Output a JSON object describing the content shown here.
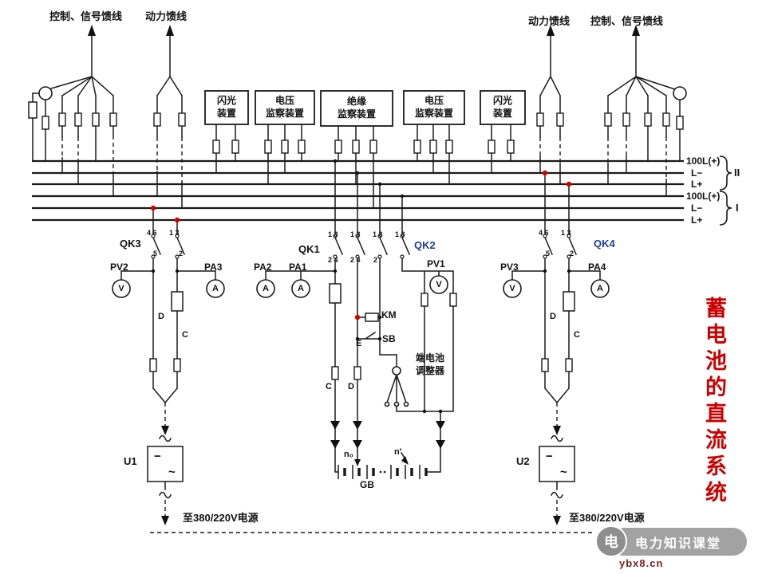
{
  "diagram_title": "蓄电池的直流系统",
  "feeders": {
    "left_control": "控制、信号馈线",
    "left_power": "动力馈线",
    "right_power": "动力馈线",
    "right_control": "控制、信号馈线"
  },
  "device_boxes": [
    {
      "line1": "闪光",
      "line2": "装置"
    },
    {
      "line1": "电压",
      "line2": "监察装置"
    },
    {
      "line1": "绝缘",
      "line2": "监察装置"
    },
    {
      "line1": "电压",
      "line2": "监察装置"
    },
    {
      "line1": "闪光",
      "line2": "装置"
    }
  ],
  "bus": {
    "group2": {
      "l1": "100L(+)",
      "l2": "L−",
      "l3": "L+",
      "name": "II"
    },
    "group1": {
      "l1": "100L(+)",
      "l2": "L−",
      "l3": "L+",
      "name": "I"
    }
  },
  "switches": {
    "qk1": "QK1",
    "qk2": "QK2",
    "qk3": "QK3",
    "qk4": "QK4"
  },
  "pins": {
    "p46": "4 6",
    "p13": "1 3",
    "p24": "2 4",
    "p5": "5",
    "p2": "2"
  },
  "meters": [
    {
      "label": "PV2",
      "letter": "V"
    },
    {
      "label": "PA3",
      "letter": "A"
    },
    {
      "label": "PA2",
      "letter": "A"
    },
    {
      "label": "PA1",
      "letter": "A"
    },
    {
      "label": "PV1",
      "letter": "V"
    },
    {
      "label": "PV3",
      "letter": "V"
    },
    {
      "label": "PA4",
      "letter": "A"
    }
  ],
  "components": {
    "km": "KM",
    "sb": "SB",
    "e": "E",
    "adjuster_line1": "端电池",
    "adjuster_line2": "调整器",
    "d": "D",
    "c": "C",
    "n0": "n₀",
    "n_prime": "n′",
    "gb": "GB",
    "u1": "U1",
    "u2": "U2",
    "minus": "−",
    "tilde": "~"
  },
  "bottom": {
    "left_supply": "至380/220V电源",
    "right_supply": "至380/220V电源"
  },
  "watermark": {
    "logo": "电",
    "text": "电力知识课堂",
    "site": "ybx8.cn"
  },
  "colors": {
    "wire": "#1a1a1a",
    "accent_red": "#d40000",
    "title_red": "#cc0000",
    "qk_blue": "#1c3e9e"
  }
}
